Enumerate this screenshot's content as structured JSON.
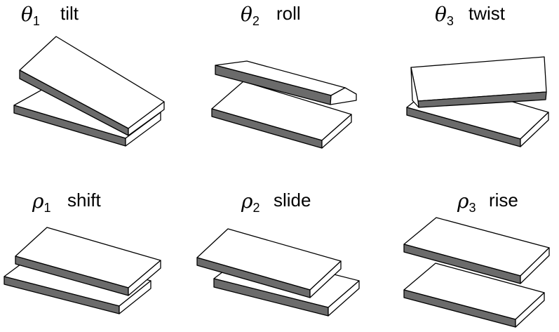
{
  "panels": [
    {
      "id": "theta1",
      "symbol": "θ",
      "index": "1",
      "word": "tilt"
    },
    {
      "id": "theta2",
      "symbol": "θ",
      "index": "2",
      "word": "roll"
    },
    {
      "id": "theta3",
      "symbol": "θ",
      "index": "3",
      "word": "twist"
    },
    {
      "id": "rho1",
      "symbol": "ρ",
      "index": "1",
      "word": "shift"
    },
    {
      "id": "rho2",
      "symbol": "ρ",
      "index": "2",
      "word": "slide"
    },
    {
      "id": "rho3",
      "symbol": "ρ",
      "index": "3",
      "word": "rise"
    }
  ]
}
